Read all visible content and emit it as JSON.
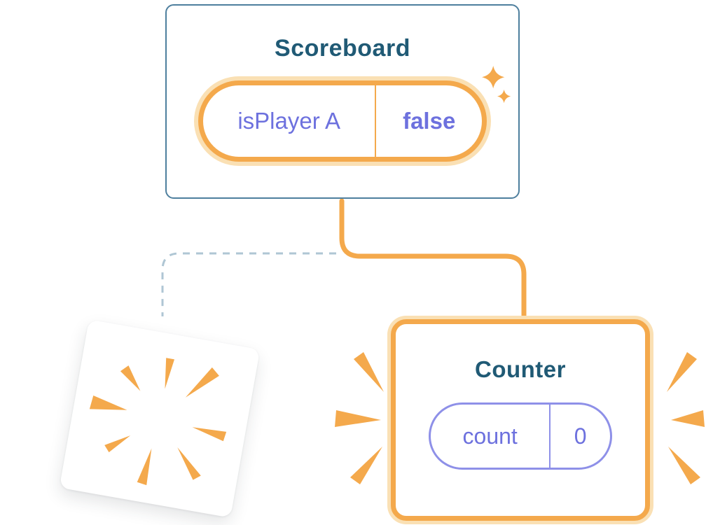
{
  "diagram": {
    "description": "Component tree diagram: Scoreboard parent with prop pill, a destroyed child (poof burst) linked by a dashed line, and a newly created Counter child with state pill linked by a solid line"
  },
  "colors": {
    "background": "#ffffff",
    "orange": "#F4A94C",
    "orange_halo": "#FAE0B4",
    "card_border_blue": "#4E7F9E",
    "title_blue": "#205A75",
    "value_purple": "#6D71DE",
    "state_pill_border_purple": "#8E90E8",
    "dashed_connector": "#AFC6D4"
  },
  "scoreboard": {
    "title": "Scoreboard",
    "prop": {
      "name": "isPlayer A",
      "value": "false"
    }
  },
  "counter": {
    "title": "Counter",
    "state": {
      "name": "count",
      "value": "0"
    }
  },
  "icons": {
    "sparkles": "sparkles-icon (two four-point stars, orange)",
    "poof": "poof-burst-icon (radial orange rays, destroyed component)",
    "emphasis": "emphasis-marks-icon (orange attention strokes flanking Counter card)"
  },
  "connectors": {
    "solid_orange": "Scoreboard to Counter",
    "dashed_blue": "Scoreboard to destroyed component"
  }
}
